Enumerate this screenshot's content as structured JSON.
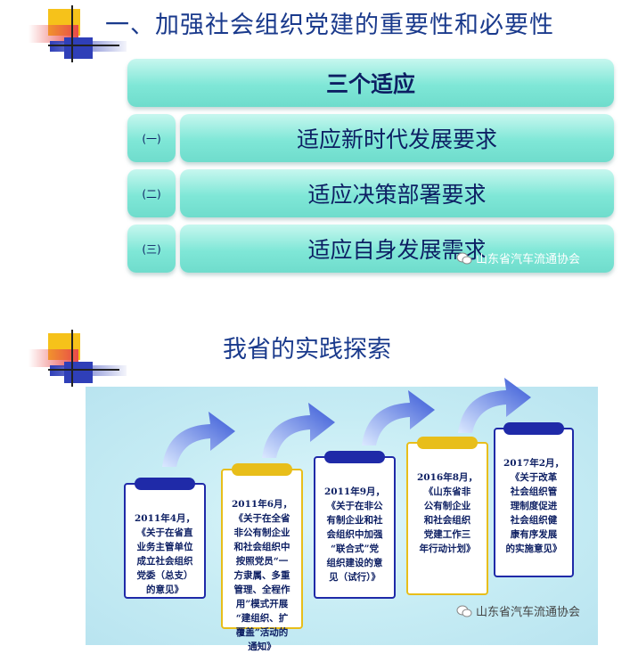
{
  "header": {
    "title": "一、加强社会组织党建的重要性和必要性"
  },
  "adaptations": {
    "heading": "三个适应",
    "items": [
      {
        "num": "(一)",
        "label": "适应新时代发展要求"
      },
      {
        "num": "(二)",
        "label": "适应决策部署要求"
      },
      {
        "num": "(三)",
        "label": "适应自身发展需求"
      }
    ]
  },
  "watermark": {
    "text": "山东省汽车流通协会",
    "icon": "wechat-icon"
  },
  "practice": {
    "title": "我省的实践探索",
    "cards": [
      {
        "text": "2011年4月，\n《关于在省直\n业务主管单位\n成立社会组织\n党委（总支）\n的意见》",
        "style": "blue"
      },
      {
        "text": "2011年6月，\n《关于在全省\n非公有制企业\n和社会组织中\n按照党员“一\n方隶属、多重\n管理、全程作\n用”模式开展\n“建组织、扩\n覆盖”活动的\n通知》",
        "style": "gold"
      },
      {
        "text": "2011年9月，\n《关于在非公\n有制企业和社\n会组织中加强\n“联合式”党\n组织建设的意\n见（试行）》",
        "style": "blue"
      },
      {
        "text": "2016年8月，\n《山东省非\n公有制企业\n和社会组织\n党建工作三\n年行动计划》",
        "style": "gold"
      },
      {
        "text": "2017年2月，\n《关于改革\n社会组织管\n理制度促进\n社会组织健\n康有序发展\n的实施意见》",
        "style": "blue"
      }
    ]
  },
  "colors": {
    "title_blue": "#1a3a8c",
    "pill_teal": "#7fe7d7",
    "card_blue": "#1f2aa8",
    "card_gold": "#e8be1a"
  }
}
